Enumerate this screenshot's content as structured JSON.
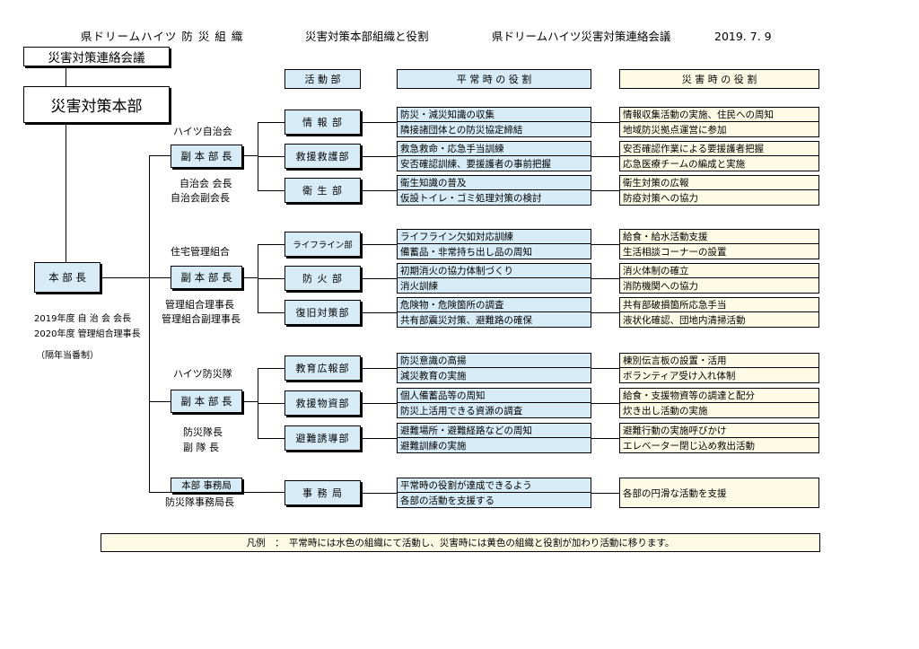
{
  "header": {
    "org": "県ドリームハイツ 防 災 組 織",
    "subtitle": "災害対策本部組織と役割",
    "council": "県ドリームハイツ災害対策連絡会議",
    "date": "2019. 7. 9"
  },
  "left": {
    "liaison": "災害対策連絡会議",
    "hq": "災害対策本部",
    "chief": "本 部 長",
    "chief_note1": "2019年度 自 治 会 会長",
    "chief_note2": "2020年度 管理組合理事長",
    "chief_note3": "（隔年当番制）"
  },
  "columns": {
    "dept": "活 動 部",
    "normal": "平 常 時 の 役 割",
    "disaster": "災 害 時 の 役 割"
  },
  "groups": [
    {
      "org": "ハイツ自治会",
      "vice": "副 本 部 長",
      "sub1": "自治会 会長",
      "sub2": "自治会副会長",
      "depts": [
        {
          "name": "情 報 部",
          "n1": "防災・減災知識の収集",
          "n2": "隣接諸団体との防災協定締結",
          "d1": "情報収集活動の実施、住民への周知",
          "d2": "地域防災拠点運営に参加"
        },
        {
          "name": "救援救護部",
          "n1": "救急救命・応急手当訓練",
          "n2": "安否確認訓練、要援護者の事前把握",
          "d1": "安否確認作業による要援護者把握",
          "d2": "応急医療チームの編成と実施"
        },
        {
          "name": "衛 生 部",
          "n1": "衛生知識の普及",
          "n2": "仮設トイレ・ゴミ処理対策の検討",
          "d1": "衛生対策の広報",
          "d2": "防疫対策への協力"
        }
      ]
    },
    {
      "org": "住宅管理組合",
      "vice": "副 本 部 長",
      "sub1": "管理組合理事長",
      "sub2": "管理組合副理事長",
      "depts": [
        {
          "name": "ライフライン部",
          "n1": "ライフライン欠如対応訓練",
          "n2": "備蓄品・非常持ち出し品の周知",
          "d1": "給食・給水活動支援",
          "d2": "生活相談コーナーの設置"
        },
        {
          "name": "防 火 部",
          "n1": "初期消火の協力体制づくり",
          "n2": "消火訓練",
          "d1": "消火体制の確立",
          "d2": "消防機関への協力"
        },
        {
          "name": "復旧対策部",
          "n1": "危険物・危険箇所の調査",
          "n2": "共有部震災対策、避難路の確保",
          "d1": "共有部破損箇所応急手当",
          "d2": "液状化確認、団地内清掃活動"
        }
      ]
    },
    {
      "org": "ハイツ防災隊",
      "vice": "副 本 部 長",
      "sub1": "防災隊長",
      "sub2": "副 隊 長",
      "depts": [
        {
          "name": "教育広報部",
          "n1": "防災意識の高揚",
          "n2": "減災教育の実施",
          "d1": "棟別伝言板の設置・活用",
          "d2": "ボランティア受け入れ体制"
        },
        {
          "name": "救援物資部",
          "n1": "個人備蓄品等の周知",
          "n2": "防災上活用できる資源の調査",
          "d1": "給食・支援物資等の調達と配分",
          "d2": "炊き出し活動の実施"
        },
        {
          "name": "避難誘導部",
          "n1": "避難場所・避難経路などの周知",
          "n2": "避難訓練の実施",
          "d1": "避難行動の実施呼びかけ",
          "d2": "エレベーター閉じ込め救出活動"
        }
      ]
    }
  ],
  "office": {
    "label": "本部 事務局",
    "sub": "防災隊事務局長",
    "dept": "事 務 局",
    "n1": "平常時の役割が達成できるよう",
    "n2": "各部の活動を支援する",
    "d": "各部の円滑な活動を支援"
  },
  "legend": "凡例　：　平常時には水色の組織にて活動し、災害時には黄色の組織と役割が加わり活動に移ります。",
  "colors": {
    "blue": "#d7ecf6",
    "yellow": "#fdfbe6"
  }
}
